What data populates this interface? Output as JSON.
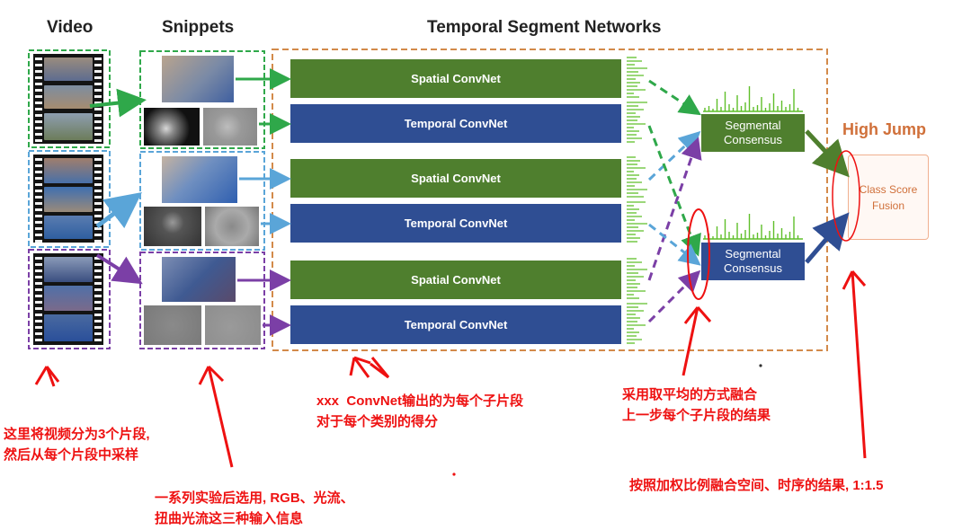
{
  "headers": {
    "video": "Video",
    "snippets": "Snippets",
    "tsn": "Temporal Segment Networks"
  },
  "networks": {
    "spatial": "Spatial ConvNet",
    "temporal": "Temporal ConvNet"
  },
  "consensus": {
    "line1": "Segmental",
    "line2": "Consensus"
  },
  "class_label": "High Jump",
  "fusion": {
    "line1": "Class Score",
    "line2": "Fusion"
  },
  "annotations": {
    "video_note_1": "这里将视频分为3个片段,",
    "video_note_2": "然后从每个片段中采样",
    "snippet_note_1": "一系列实验后选用, RGB、光流、",
    "snippet_note_2": "扭曲光流这三种输入信息",
    "convnet_note_1": "xxx  ConvNet输出的为每个子片段",
    "convnet_note_2": "对于每个类别的得分",
    "consensus_note_1": "采用取平均的方式融合",
    "consensus_note_2": "上一步每个子片段的结果",
    "fusion_note": "按照加权比例融合空间、时序的结果, 1:1.5"
  },
  "colors": {
    "segment1": "#2fa84a",
    "segment2": "#5aa5d8",
    "segment3": "#7b3fa6",
    "spatial": "#4f7f2e",
    "temporal": "#2f4e93",
    "tsn_border": "#d38a4a",
    "annotation": "#ee1111",
    "score_bars": "#5fbf2a"
  }
}
